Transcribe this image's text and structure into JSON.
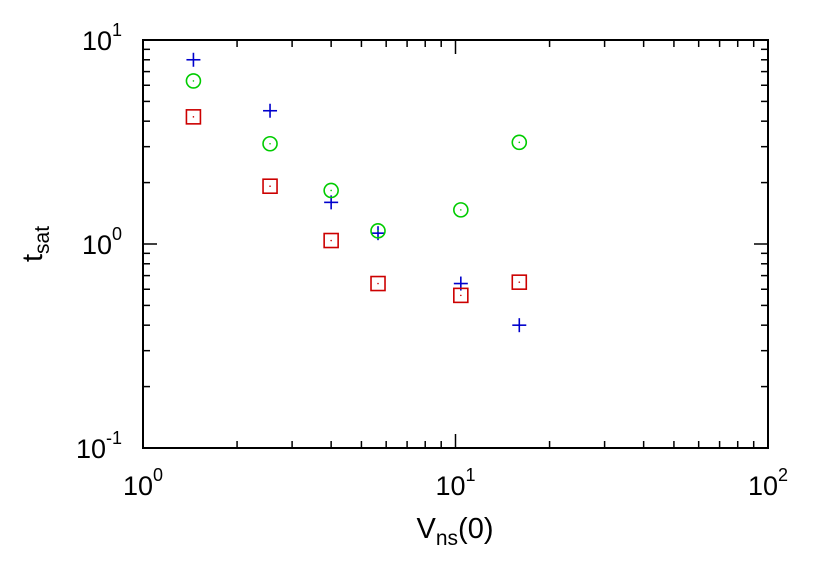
{
  "chart_data": {
    "type": "scatter",
    "xscale": "log",
    "yscale": "log",
    "xlim": [
      1,
      100
    ],
    "ylim": [
      0.1,
      10
    ],
    "grid": false,
    "legend": "none",
    "xlabel": {
      "base": "V",
      "sub": "ns",
      "suffix": "(0)"
    },
    "ylabel": {
      "base": "t",
      "sub": "sat"
    },
    "x_ticks": [
      {
        "value": 1,
        "base": "10",
        "exp": "0"
      },
      {
        "value": 10,
        "base": "10",
        "exp": "1"
      },
      {
        "value": 100,
        "base": "10",
        "exp": "2"
      }
    ],
    "y_ticks": [
      {
        "value": 0.1,
        "base": "10",
        "exp": "-1"
      },
      {
        "value": 1,
        "base": "10",
        "exp": "0"
      },
      {
        "value": 10,
        "base": "10",
        "exp": "1"
      }
    ],
    "series": [
      {
        "marker": "plus",
        "color": "#0000cc",
        "points": [
          [
            1.45,
            8.0
          ],
          [
            2.55,
            4.5
          ],
          [
            4.0,
            1.6
          ],
          [
            5.65,
            1.13
          ],
          [
            10.4,
            0.64
          ],
          [
            16.0,
            0.4
          ]
        ]
      },
      {
        "marker": "circle",
        "color": "#00cc00",
        "points": [
          [
            1.45,
            6.3
          ],
          [
            2.55,
            3.1
          ],
          [
            4.0,
            1.83
          ],
          [
            5.65,
            1.16
          ],
          [
            10.4,
            1.47
          ],
          [
            16.0,
            3.15
          ]
        ]
      },
      {
        "marker": "square",
        "color": "#cc0000",
        "points": [
          [
            1.45,
            4.2
          ],
          [
            2.55,
            1.92
          ],
          [
            4.0,
            1.04
          ],
          [
            5.65,
            0.64
          ],
          [
            10.4,
            0.56
          ],
          [
            16.0,
            0.65
          ]
        ]
      }
    ]
  }
}
